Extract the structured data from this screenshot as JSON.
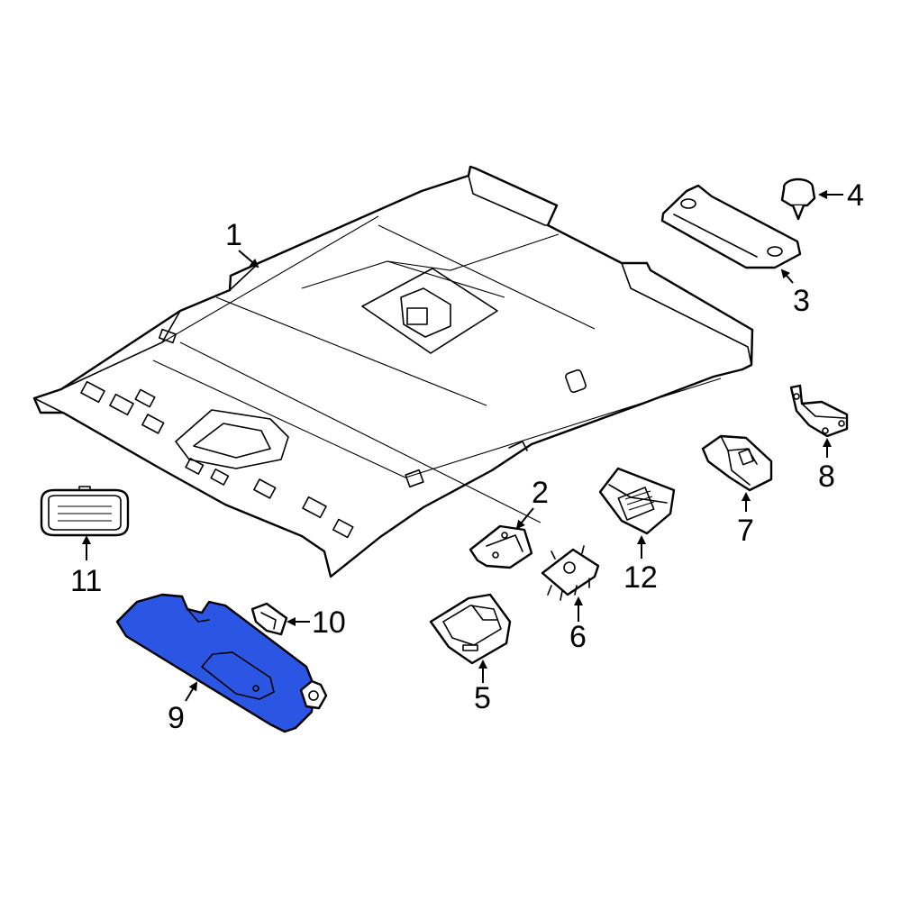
{
  "diagram": {
    "highlight_color": "#2b56e3",
    "callouts": {
      "c1": "1",
      "c2": "2",
      "c3": "3",
      "c4": "4",
      "c5": "5",
      "c6": "6",
      "c7": "7",
      "c8": "8",
      "c9": "9",
      "c10": "10",
      "c11": "11",
      "c12": "12"
    }
  }
}
